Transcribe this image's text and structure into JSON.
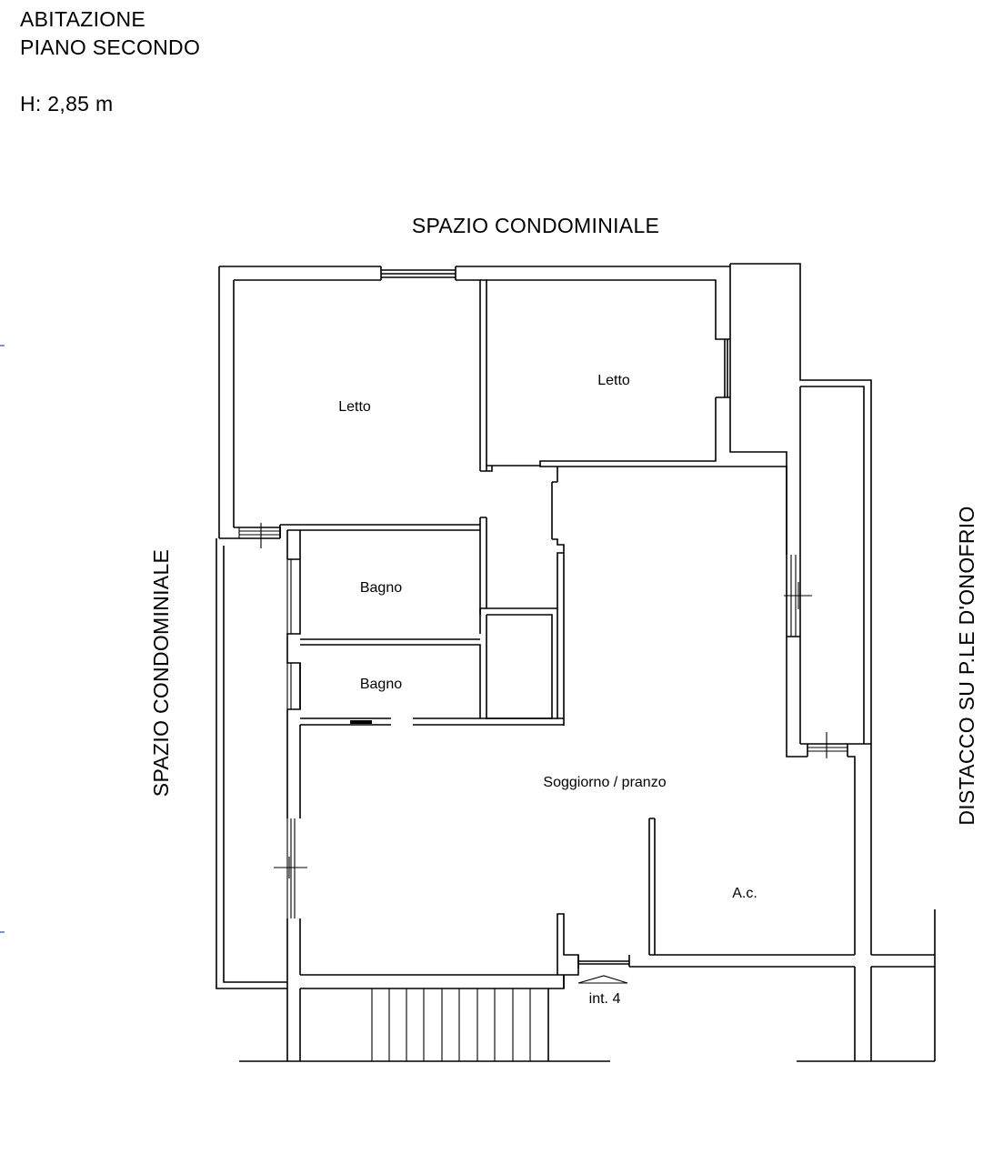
{
  "header": {
    "line1": "ABITAZIONE",
    "line2": "PIANO SECONDO",
    "height": "H: 2,85 m"
  },
  "surroundings": {
    "top": "SPAZIO CONDOMINIALE",
    "left": "SPAZIO CONDOMINIALE",
    "right": "DISTACCO SU P.LE D'ONOFRIO"
  },
  "rooms": {
    "bedroom_1": "Letto",
    "bedroom_2": "Letto",
    "bathroom_1": "Bagno",
    "bathroom_2": "Bagno",
    "living": "Soggiorno / pranzo",
    "storage": "A.c."
  },
  "entrance": "int. 4",
  "colors": {
    "line": "#000000",
    "background": "#ffffff",
    "margin_mark": "#4a6fd0"
  }
}
